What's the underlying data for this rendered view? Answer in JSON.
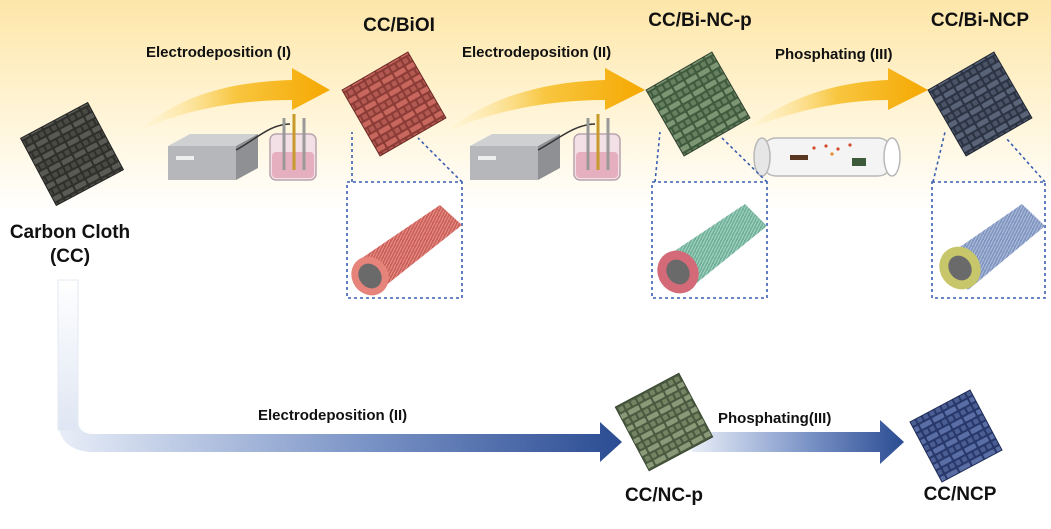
{
  "labels": {
    "carbon_cloth": "Carbon Cloth",
    "carbon_cloth_abbr": "(CC)",
    "cc_bioi": "CC/BiOI",
    "cc_bi_nc_p": "CC/Bi-NC-p",
    "cc_bi_ncp": "CC/Bi-NCP",
    "cc_nc_p": "CC/NC-p",
    "cc_ncp": "CC/NCP"
  },
  "steps": {
    "electrodeposition_1": "Electrodeposition (I)",
    "electrodeposition_2_top": "Electrodeposition (II)",
    "phosphating_3_top": "Phosphating (III)",
    "electrodeposition_2_bottom": "Electrodeposition (II)",
    "phosphating_3_bottom": "Phosphating(III)"
  },
  "colors": {
    "carbon_cloth": "#3a3a36",
    "bioi": "#b85a52",
    "bi_nc_p": "#5e7a5a",
    "bi_ncp": "#3f4a5c",
    "nc_p": "#6c7f5e",
    "ncp": "#3b4f7e",
    "yellow_arrow": "#f5b400",
    "blue_arrow": "#2f4f9a",
    "zoom_box": "#3a5fb0"
  }
}
